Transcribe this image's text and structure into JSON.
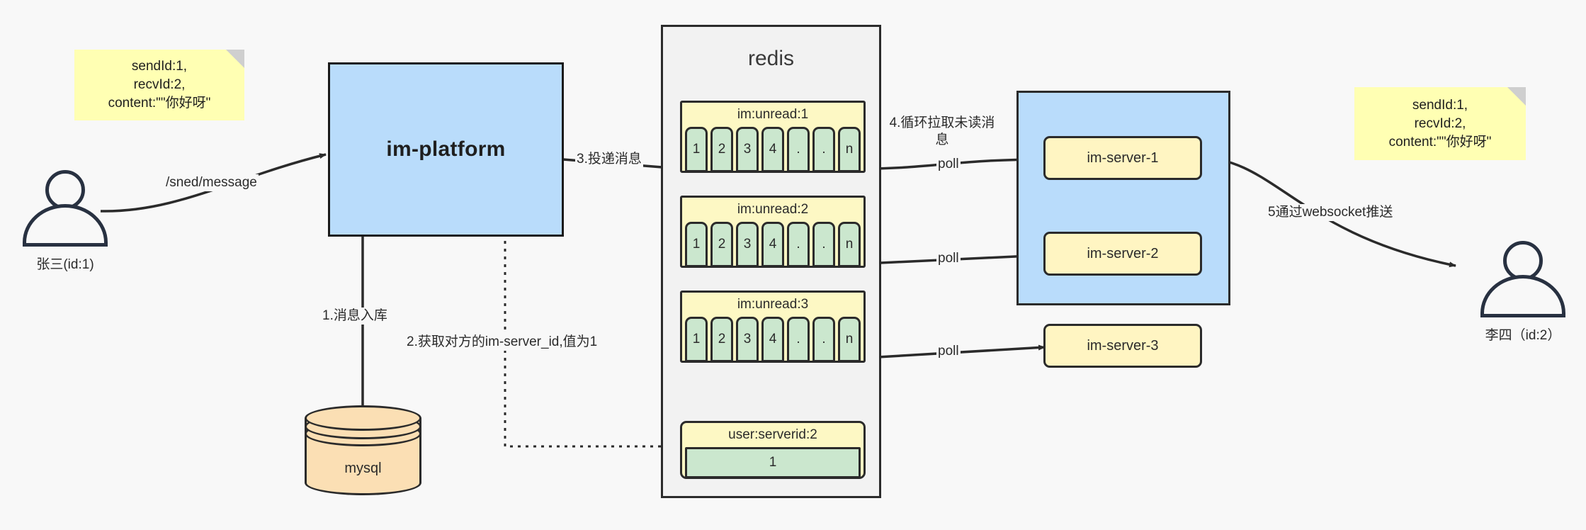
{
  "diagram": {
    "title": "IM message delivery architecture",
    "colors": {
      "background": "#f8f8f8",
      "note": "#ffffb3",
      "platform": "#b9dcfb",
      "redis_container": "#f2f2f2",
      "key_header": "#fdf8c4",
      "cell": "#cbe7ce",
      "server": "#fff5c2",
      "mysql": "#fbdfb4",
      "stroke": "#2b2b2b",
      "actor": "#283141"
    }
  },
  "notes": {
    "left": "sendId:1,\nrecvId:2,\ncontent:\"\"你好呀\"",
    "right": "sendId:1,\nrecvId:2,\ncontent:\"\"你好呀\""
  },
  "actors": {
    "sender": {
      "name": "张三(id:1)",
      "icon": "user-icon"
    },
    "receiver": {
      "name": "李四（id:2）",
      "icon": "user-icon"
    }
  },
  "nodes": {
    "platform": {
      "label": "im-platform"
    },
    "redis": {
      "label": "redis"
    },
    "mysql": {
      "label": "mysql"
    }
  },
  "redis_keys": [
    {
      "name": "im:unread:1",
      "cells": [
        "1",
        "2",
        "3",
        "4",
        ".",
        ".",
        "n"
      ]
    },
    {
      "name": "im:unread:2",
      "cells": [
        "1",
        "2",
        "3",
        "4",
        ".",
        ".",
        "n"
      ]
    },
    {
      "name": "im:unread:3",
      "cells": [
        "1",
        "2",
        "3",
        "4",
        ".",
        ".",
        "n"
      ]
    }
  ],
  "redis_serverid": {
    "name": "user:serverid:2",
    "value": "1"
  },
  "servers": [
    {
      "label": "im-server-1"
    },
    {
      "label": "im-server-2"
    },
    {
      "label": "im-server-3"
    }
  ],
  "edges": {
    "send_message": "/sned/message",
    "step1": "1.消息入库",
    "step2": "2.获取对方的im-server_id,值为1",
    "step3": "3.投递消息",
    "step4": "4.循环拉取未读消息",
    "poll1": "poll",
    "poll2": "poll",
    "poll3": "poll",
    "step5": "5通过websocket推送"
  }
}
